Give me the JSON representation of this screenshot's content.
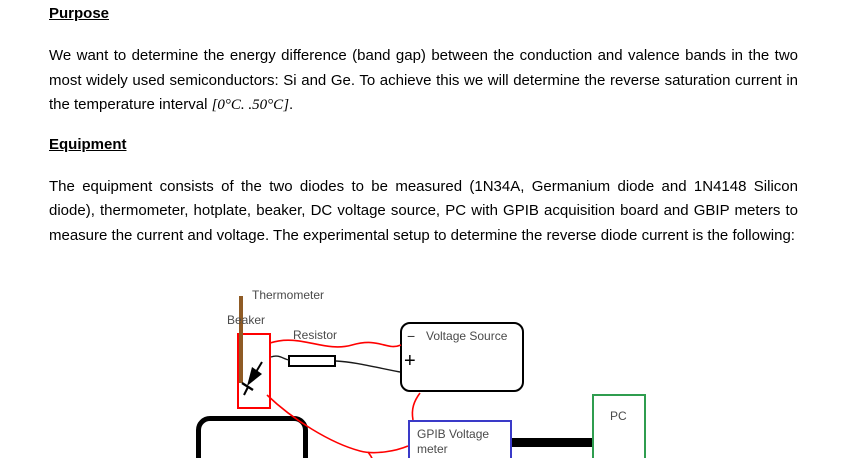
{
  "purpose": {
    "heading": "Purpose",
    "body_main": "We want to determine the energy difference (band gap) between the conduction and valence bands in the two most widely used semiconductors: Si and Ge. To achieve this we will determine the reverse saturation current in the temperature interval ",
    "body_math": "[0°C. .50°C]",
    "body_end": "."
  },
  "equipment": {
    "heading": "Equipment",
    "body": "The equipment consists of the two diodes to be measured (1N34A, Germanium diode and 1N4148 Silicon diode), thermometer, hotplate, beaker, DC voltage source, PC with GPIB acquisition board and GBIP meters to measure the current and voltage. The experimental setup to determine the reverse diode current is the following:"
  },
  "diagram": {
    "thermometer_label": "Thermometer",
    "beaker_label": "Beaker",
    "resistor_label": "Resistor",
    "voltage_source_label": "Voltage Source",
    "minus_sign": "−",
    "plus_sign": "+",
    "gpib_meter_label_line1": "GPIB Voltage",
    "gpib_meter_label_line2": "meter",
    "pc_label": "PC",
    "colors": {
      "beaker_outline": "#ff0000",
      "wire_red": "#ff0000",
      "wire_black": "#1a1a1a",
      "gpib_outline": "#3a3ac8",
      "pc_outline": "#2f9d4f",
      "thermometer_brown": "#8f5b25",
      "hotplate_black": "#000000"
    }
  }
}
